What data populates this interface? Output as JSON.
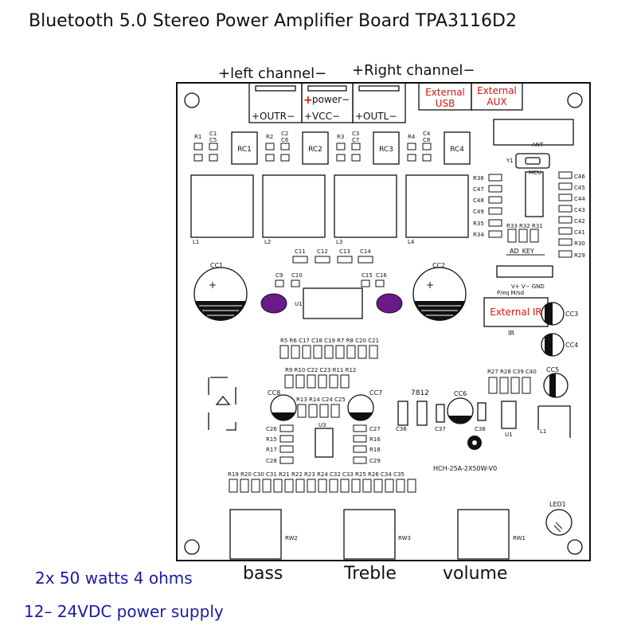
{
  "title": "Bluetooth 5.0 Stereo Power Amplifier Board TPA3116D2",
  "channels": {
    "left": "+left channel−",
    "right": "+Right channel−"
  },
  "terminals": {
    "outr": "+OUTR−",
    "power_plus": "+",
    "power": "power−",
    "vcc": "+VCC−",
    "outl": "+OUTL−"
  },
  "external": {
    "usb_line1": "External",
    "usb_line2": "USB",
    "aux_line1": "External",
    "aux_line2": "AUX",
    "ir": "External IR"
  },
  "components": {
    "rc": [
      "RC1",
      "RC2",
      "RC3",
      "RC4"
    ],
    "r_small": [
      "R1",
      "R2",
      "R3",
      "R4"
    ],
    "c_small": [
      [
        "C1",
        "C5"
      ],
      [
        "C2",
        "C6"
      ],
      [
        "C3",
        "C7"
      ],
      [
        "C4",
        "C8"
      ]
    ],
    "inductors": [
      "L1",
      "L2",
      "L3",
      "L4"
    ],
    "ant": "ANT",
    "y1": "Y1",
    "mcu": "MCU",
    "right_caps": [
      "C46",
      "C45",
      "C44",
      "C43",
      "C42",
      "C41",
      "R30",
      "R29"
    ],
    "mcu_side": [
      "R36",
      "C47",
      "C48",
      "C49",
      "R35",
      "R34"
    ],
    "rbottom": [
      "R33",
      "R32",
      "R31"
    ],
    "ad_key": "AD_KEY",
    "c_mid": [
      "C11",
      "C12",
      "C13",
      "C14"
    ],
    "c9c10": [
      "C9",
      "C10"
    ],
    "c15c16": [
      "C15",
      "C16"
    ],
    "cc1": "CC1",
    "cc2": "CC2",
    "u1": "U1",
    "ir_pins": "V+ V−   GND",
    "ir_pins2": "P/eq        M/sd",
    "ir": "IR",
    "cc3": "CC3",
    "cc4": "CC4",
    "cc5": "CC5",
    "row1": "R5 R6 C17 C18 C19 R7 R8 C20 C21",
    "row2": "R9 R10 C22 C23 R11 R12",
    "row3": "R13 R14 C24 C25",
    "row_r27": "R27 R28 C39 C40",
    "cc8": "CC8",
    "cc7": "CC7",
    "cc6": "CC6",
    "reg": "7812",
    "c36": "C36",
    "c37": "C37",
    "c38": "C38",
    "u1b": "U1",
    "l1b": "L1",
    "left_col": [
      "C26",
      "R15",
      "R17",
      "C28"
    ],
    "right_col": [
      "C27",
      "R16",
      "R18",
      "C29"
    ],
    "u3": "U3",
    "model": "HCH-25A-2X50W-V0",
    "bottom_row": "R19 R20 C30 C31 R21 R22 R23 R24 C32 C33 R25 R26 C34 C35",
    "rw2": "RW2",
    "rw3": "RW3",
    "rw1": "RW1",
    "led": "LED1"
  },
  "knobs": {
    "bass": "bass",
    "treble": "Treble",
    "volume": "volume"
  },
  "specs": {
    "line1": "2x 50 watts 4 ohms",
    "line2": "12– 24VDC power supply"
  },
  "colors": {
    "label_red": "#e01010",
    "spec_blue": "#1a1aa8",
    "pad_purple": "#6a1b8a"
  }
}
